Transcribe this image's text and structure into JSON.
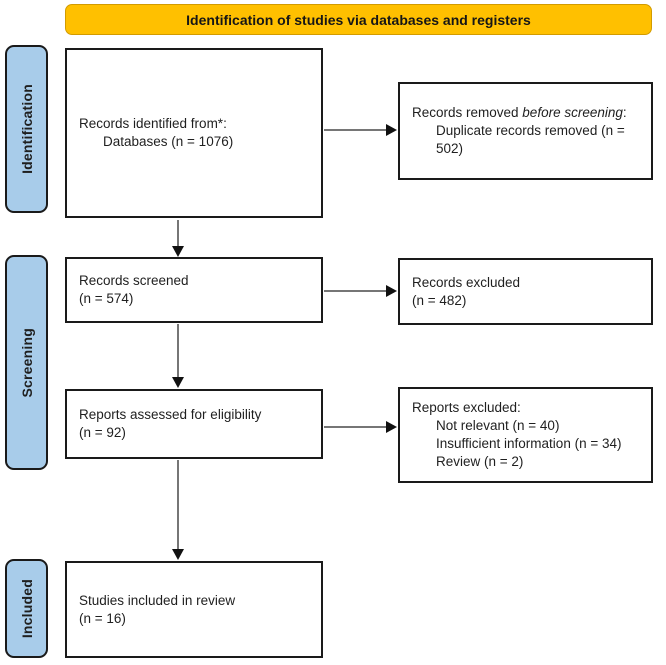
{
  "banner": {
    "title": "Identification of studies via databases and registers"
  },
  "stages": {
    "identification": "Identification",
    "screening": "Screening",
    "included": "Included"
  },
  "boxes": {
    "identified": {
      "line1": "Records identified from*:",
      "line2": "Databases (n = 1076)"
    },
    "removed": {
      "line1_prefix": "Records removed ",
      "line1_italic": "before screening",
      "line1_suffix": ":",
      "item1": "Duplicate records removed (n = 502)"
    },
    "screened": {
      "line1": "Records screened",
      "line2": "(n = 574)"
    },
    "records_excluded": {
      "line1": "Records excluded",
      "line2": "(n = 482)"
    },
    "assessed": {
      "line1": "Reports assessed for eligibility",
      "line2": "(n = 92)"
    },
    "reports_excluded": {
      "title": "Reports excluded:",
      "items": [
        "Not relevant (n = 40)",
        "Insufficient information (n = 34)",
        "Review (n = 2)"
      ]
    },
    "included": {
      "line1": "Studies included in review",
      "line2": "(n = 16)"
    }
  },
  "colors": {
    "banner_fill": "#FFC000",
    "stage_fill": "#A8CCEA",
    "box_border": "#1a1a1a",
    "arrow_line": "#767676",
    "arrow_head": "#111111"
  }
}
